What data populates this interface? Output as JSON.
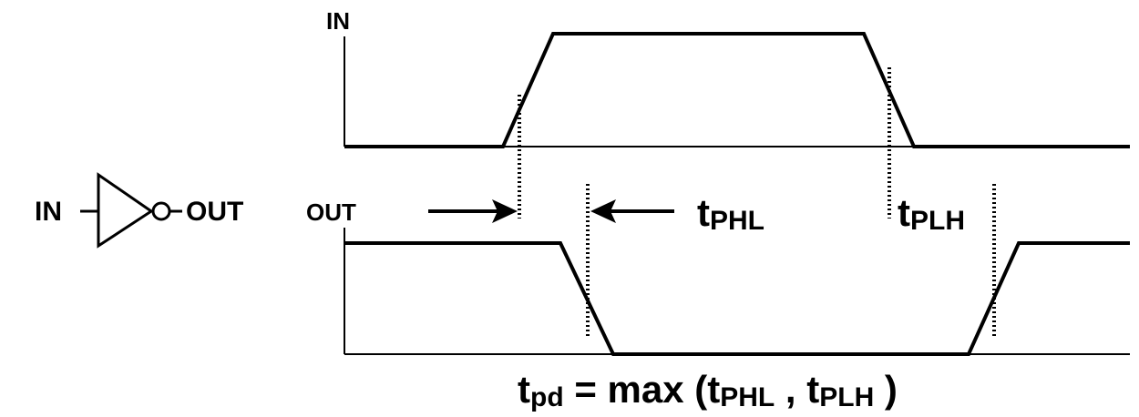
{
  "inverter": {
    "input_label": "IN",
    "output_label": "OUT"
  },
  "waveforms": {
    "input_label": "IN",
    "output_label": "OUT"
  },
  "annotations": {
    "tphl": {
      "t": "t",
      "sub": "PHL"
    },
    "tplh": {
      "t": "t",
      "sub": "PLH"
    }
  },
  "formula": {
    "lhs_t": "t",
    "lhs_sub": "pd",
    "equals": " = ",
    "func": "max (",
    "arg1_t": "t",
    "arg1_sub": "PHL",
    "comma": " , ",
    "arg2_t": "t",
    "arg2_sub": "PLH",
    "close": " )"
  }
}
